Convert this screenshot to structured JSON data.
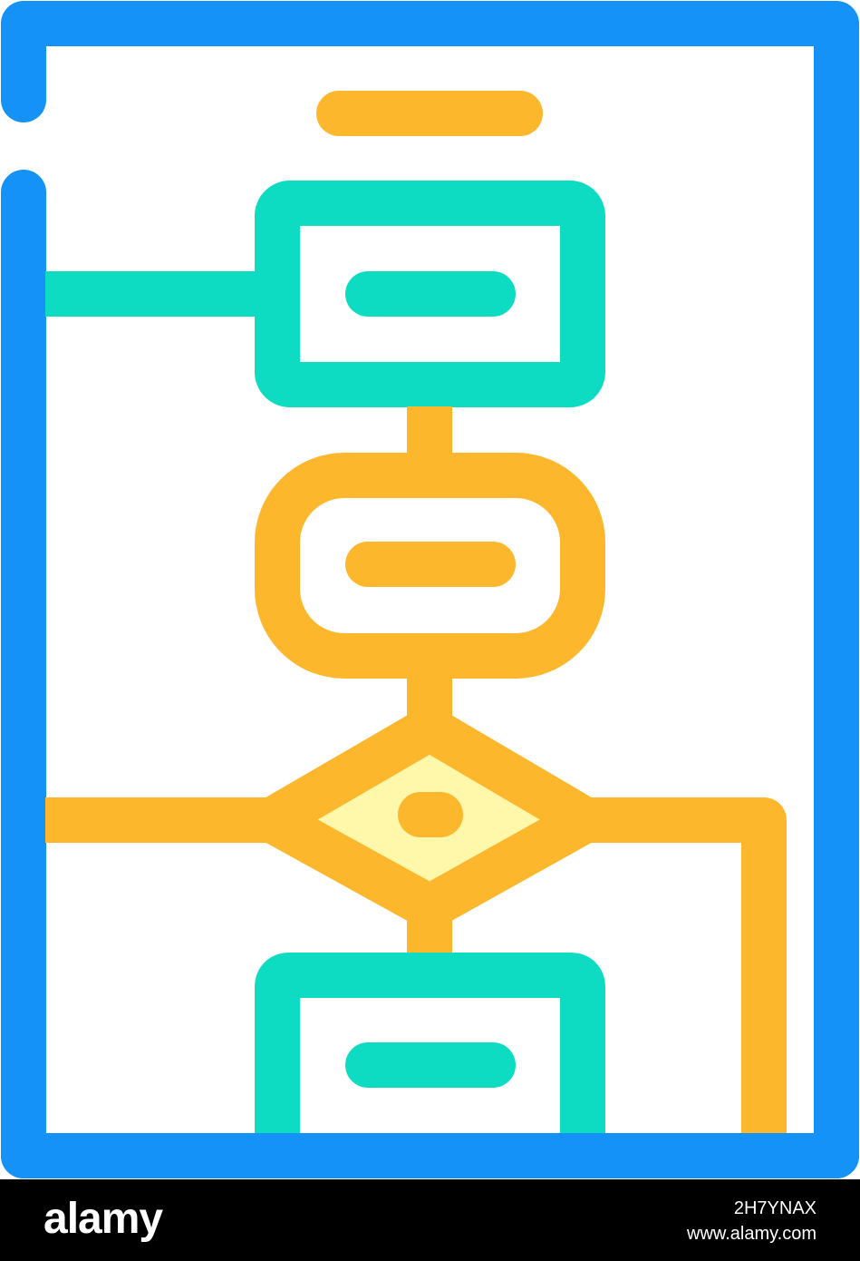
{
  "colors": {
    "frame": "#1592F8",
    "teal": "#0EDCC2",
    "orange": "#FDB72C",
    "decision_fill": "#FFF7A9",
    "background": "#FFFFFF",
    "watermark_bar": "#000000",
    "watermark_text": "#FFFFFF"
  },
  "icon": {
    "name": "flowchart-color-icon",
    "elements": [
      "frame-outline",
      "title-bar",
      "process-box-top",
      "terminal-box-middle",
      "decision-diamond",
      "process-box-bottom",
      "connector-lines"
    ]
  },
  "watermark": {
    "logo": "alamy",
    "image_id": "2H7YNAX",
    "url": "www.alamy.com"
  }
}
